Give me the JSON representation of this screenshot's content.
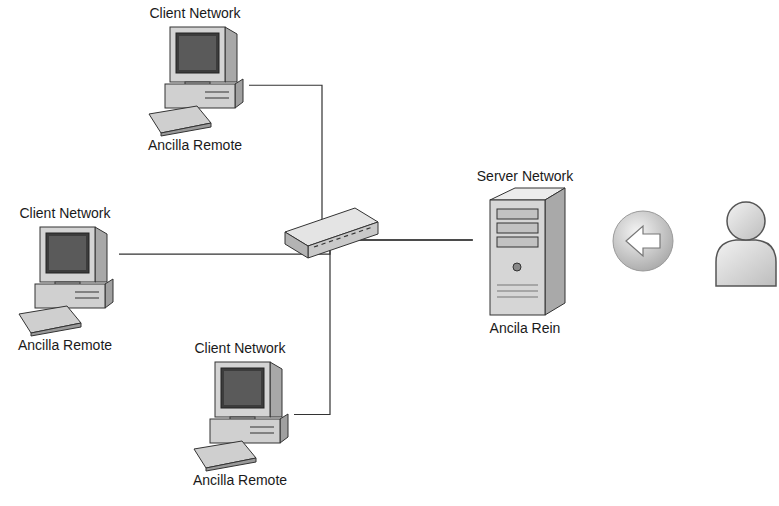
{
  "diagram": {
    "nodes": [
      {
        "text": [
          "Client Network",
          "Ancilla Remote"
        ]
      },
      {
        "text": [
          "Client Network",
          "Ancilla Remote"
        ]
      },
      {
        "text": [
          "Client Network",
          "Ancilla Remote"
        ]
      },
      {
        "text": [
          "Server Network",
          "Ancila Rein"
        ]
      }
    ],
    "edges": [
      {
        "from": 0,
        "to": 3,
        "arrow": "none"
      },
      {
        "from": 1,
        "to": 3,
        "arrow": "none"
      },
      {
        "from": 2,
        "to": 3,
        "arrow": "none"
      }
    ]
  }
}
